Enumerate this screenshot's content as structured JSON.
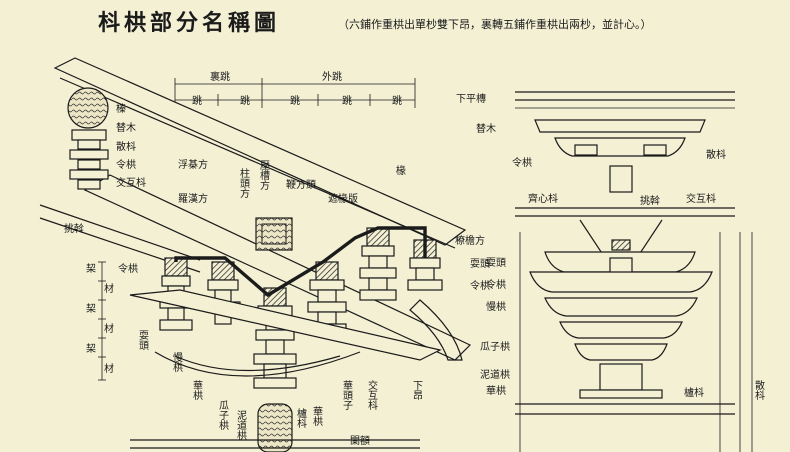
{
  "title": "枓栱部分名稱圖",
  "subtitle": "（六鋪作重栱出單杪雙下昂，裏轉五鋪作重栱出兩杪，並計心。）",
  "dimension": {
    "inner": "裏跳",
    "outer": "外跳",
    "ticks": [
      "跳",
      "跳",
      "跳",
      "跳",
      "跳"
    ]
  },
  "left_labels": {
    "tiao_yan": "撩簷方",
    "rafter_round": "榛",
    "ti_mu": "替木",
    "san_dou": "散枓",
    "ling_gong": "令栱",
    "jiao_hu_dou": "交互枓",
    "tiao_wo": "挑斡",
    "fu_ji_fang": "浮棊方",
    "luo_han_fang": "羅漢方",
    "zhu_tou_fang": "柱頭方",
    "ya_cao_fang": "壓槽方",
    "bian_tou": "鞭方頭",
    "zhe_chuan_ban": "遮椽版",
    "chuan": "椽",
    "tao_shou_fang": "橑檐方",
    "shua_tou": "耍頭",
    "ling_gong_2": "令栱",
    "xia_ang_label": "下昂",
    "qi_gu_label": "栔",
    "cai_label": "材",
    "shua_tou_2": "耍頭",
    "man_gong": "慢栱",
    "hua_gong": "華栱",
    "gua_zi_gong": "瓜子栱",
    "ni_dao_gong": "泥道栱",
    "lu_dou": "櫨枓",
    "hua_gong_2": "華栱",
    "hua_tou_zi": "華頭子",
    "jiao_hu_dou_2": "交互枓",
    "xia_ang": "下昂",
    "lan_e": "闌額",
    "qi_cai": [
      "栔",
      "材",
      "栔",
      "材",
      "栔",
      "材"
    ]
  },
  "right_labels": {
    "xia_ping_chuan": "下平槫",
    "ti_mu": "替木",
    "san_dou": "散枓",
    "ling_gong": "令栱",
    "qi_xin_dou": "齊心枓",
    "chuan_tuo": "挑斡",
    "jiao_hu_dou": "交互枓",
    "shua_tou": "耍頭",
    "ling_gong_2": "令栱",
    "man_gong": "慢栱",
    "gua_zi_gong": "瓜子栱",
    "ni_dao_gong": "泥道栱",
    "hua_gong": "華栱",
    "lu_dou": "櫨枓",
    "san_dou_2": "散枓"
  }
}
